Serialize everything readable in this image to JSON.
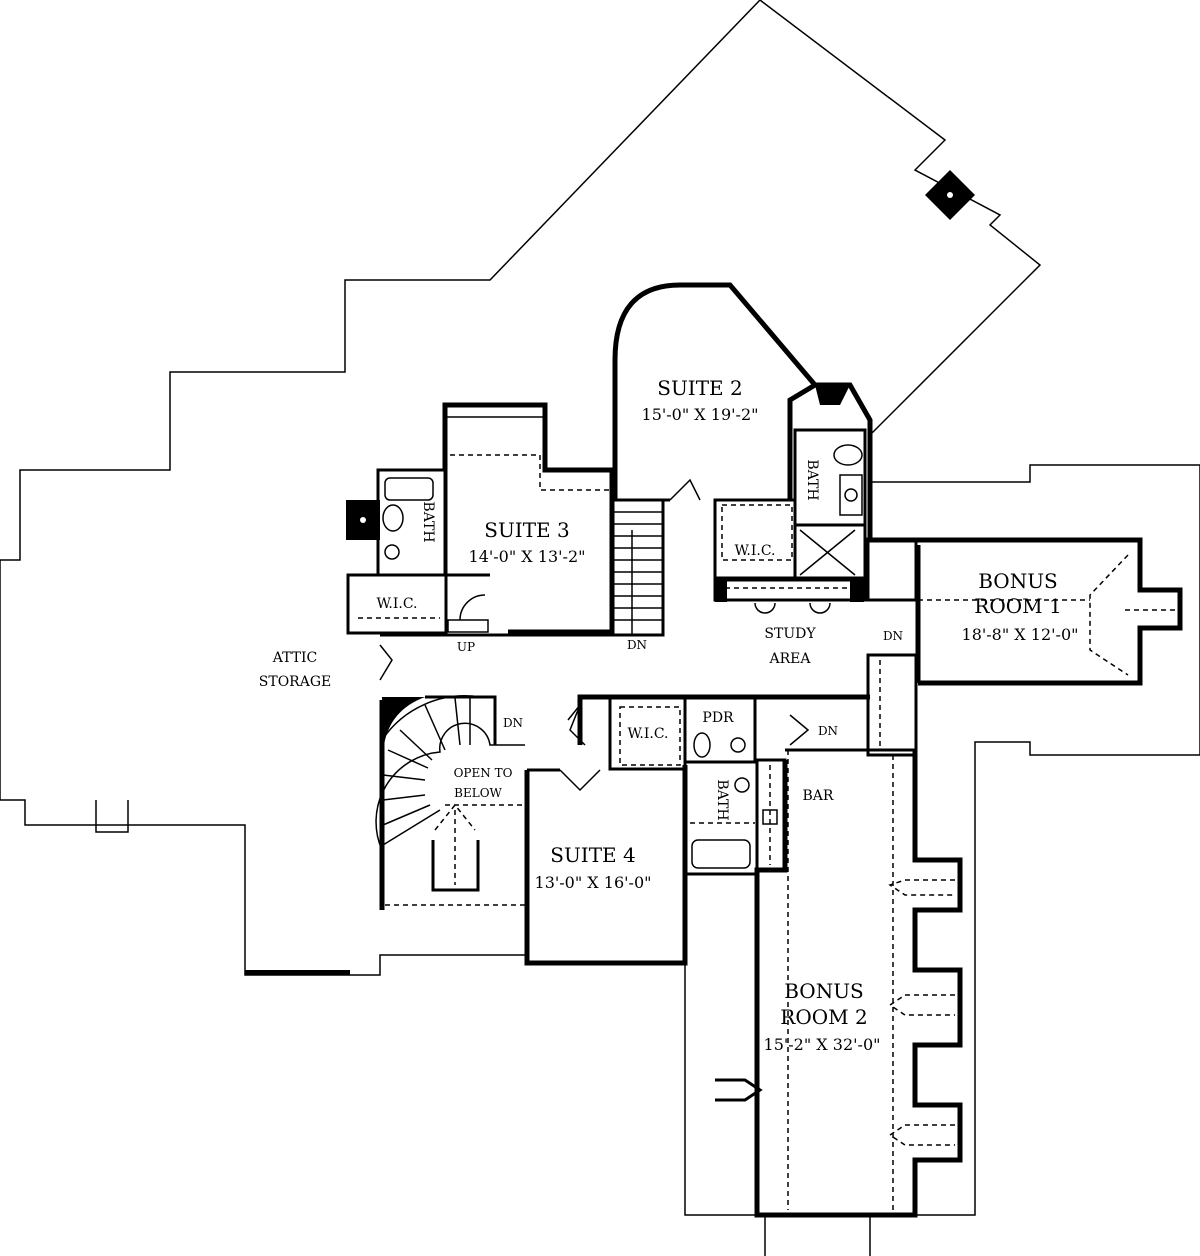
{
  "plan": {
    "rooms": {
      "suite2": {
        "name": "SUITE 2",
        "size": "15'-0\" X 19'-2\""
      },
      "suite3": {
        "name": "SUITE 3",
        "size": "14'-0\" X 13'-2\""
      },
      "suite4": {
        "name": "SUITE 4",
        "size": "13'-0\" X 16'-0\""
      },
      "bonus1": {
        "name1": "BONUS",
        "name2": "ROOM 1",
        "size": "18'-8\" X 12'-0\""
      },
      "bonus2": {
        "name1": "BONUS",
        "name2": "ROOM 2",
        "size": "15'-2\" X 32'-0\""
      },
      "study": {
        "name1": "STUDY",
        "name2": "AREA"
      },
      "attic": {
        "name1": "ATTIC",
        "name2": "STORAGE"
      },
      "open": {
        "name1": "OPEN TO",
        "name2": "BELOW"
      },
      "bar": "BAR",
      "pdr": "PDR",
      "bath": "BATH",
      "wic": "W.I.C."
    },
    "stairs": {
      "up": "UP",
      "dn": "DN"
    }
  }
}
